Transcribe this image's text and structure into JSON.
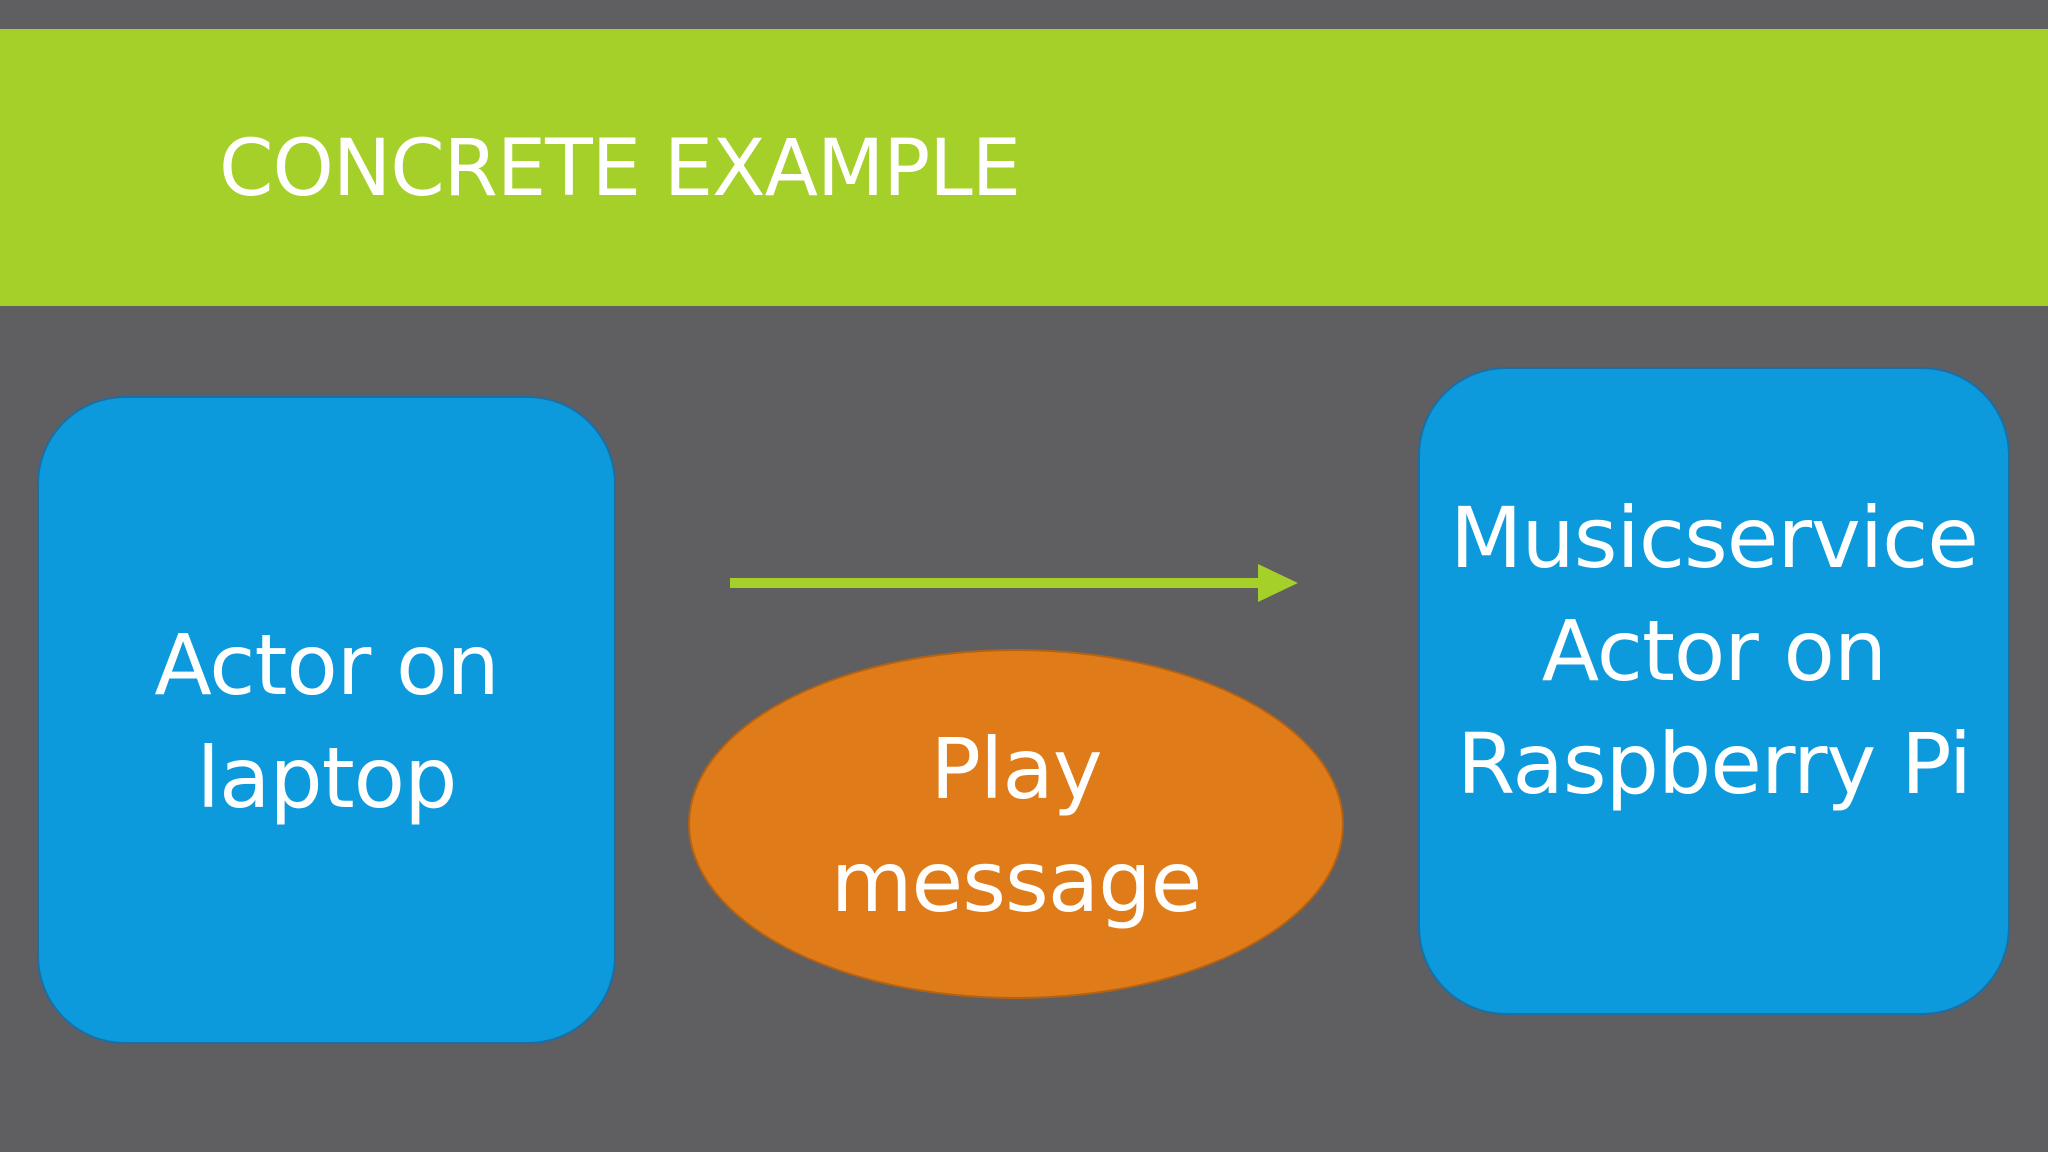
{
  "slide": {
    "title": "CONCRETE EXAMPLE"
  },
  "diagram": {
    "sender": {
      "lines": [
        "Actor on",
        "laptop"
      ]
    },
    "message": {
      "lines": [
        "Play",
        "message"
      ]
    },
    "receiver": {
      "lines": [
        "Musicservice",
        "Actor on",
        "Raspberry Pi"
      ]
    }
  },
  "colors": {
    "background": "#5f5e61",
    "title_bar": "#a5cf29",
    "actor_box": "#0c9add",
    "message_ellipse": "#df7b18",
    "arrow": "#a5cf29",
    "text": "#ffffff"
  }
}
